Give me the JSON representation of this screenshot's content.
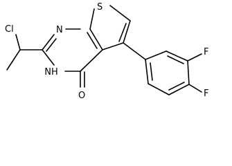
{
  "labels": {
    "chlorine": "Cl",
    "ring_nitrogen": "N",
    "amide_nitrogen": "NH",
    "amide_nitrogen_h_below": "H",
    "sulfur": "S",
    "carbonyl_oxygen": "O",
    "fluorine_meta": "F",
    "fluorine_para": "F"
  }
}
